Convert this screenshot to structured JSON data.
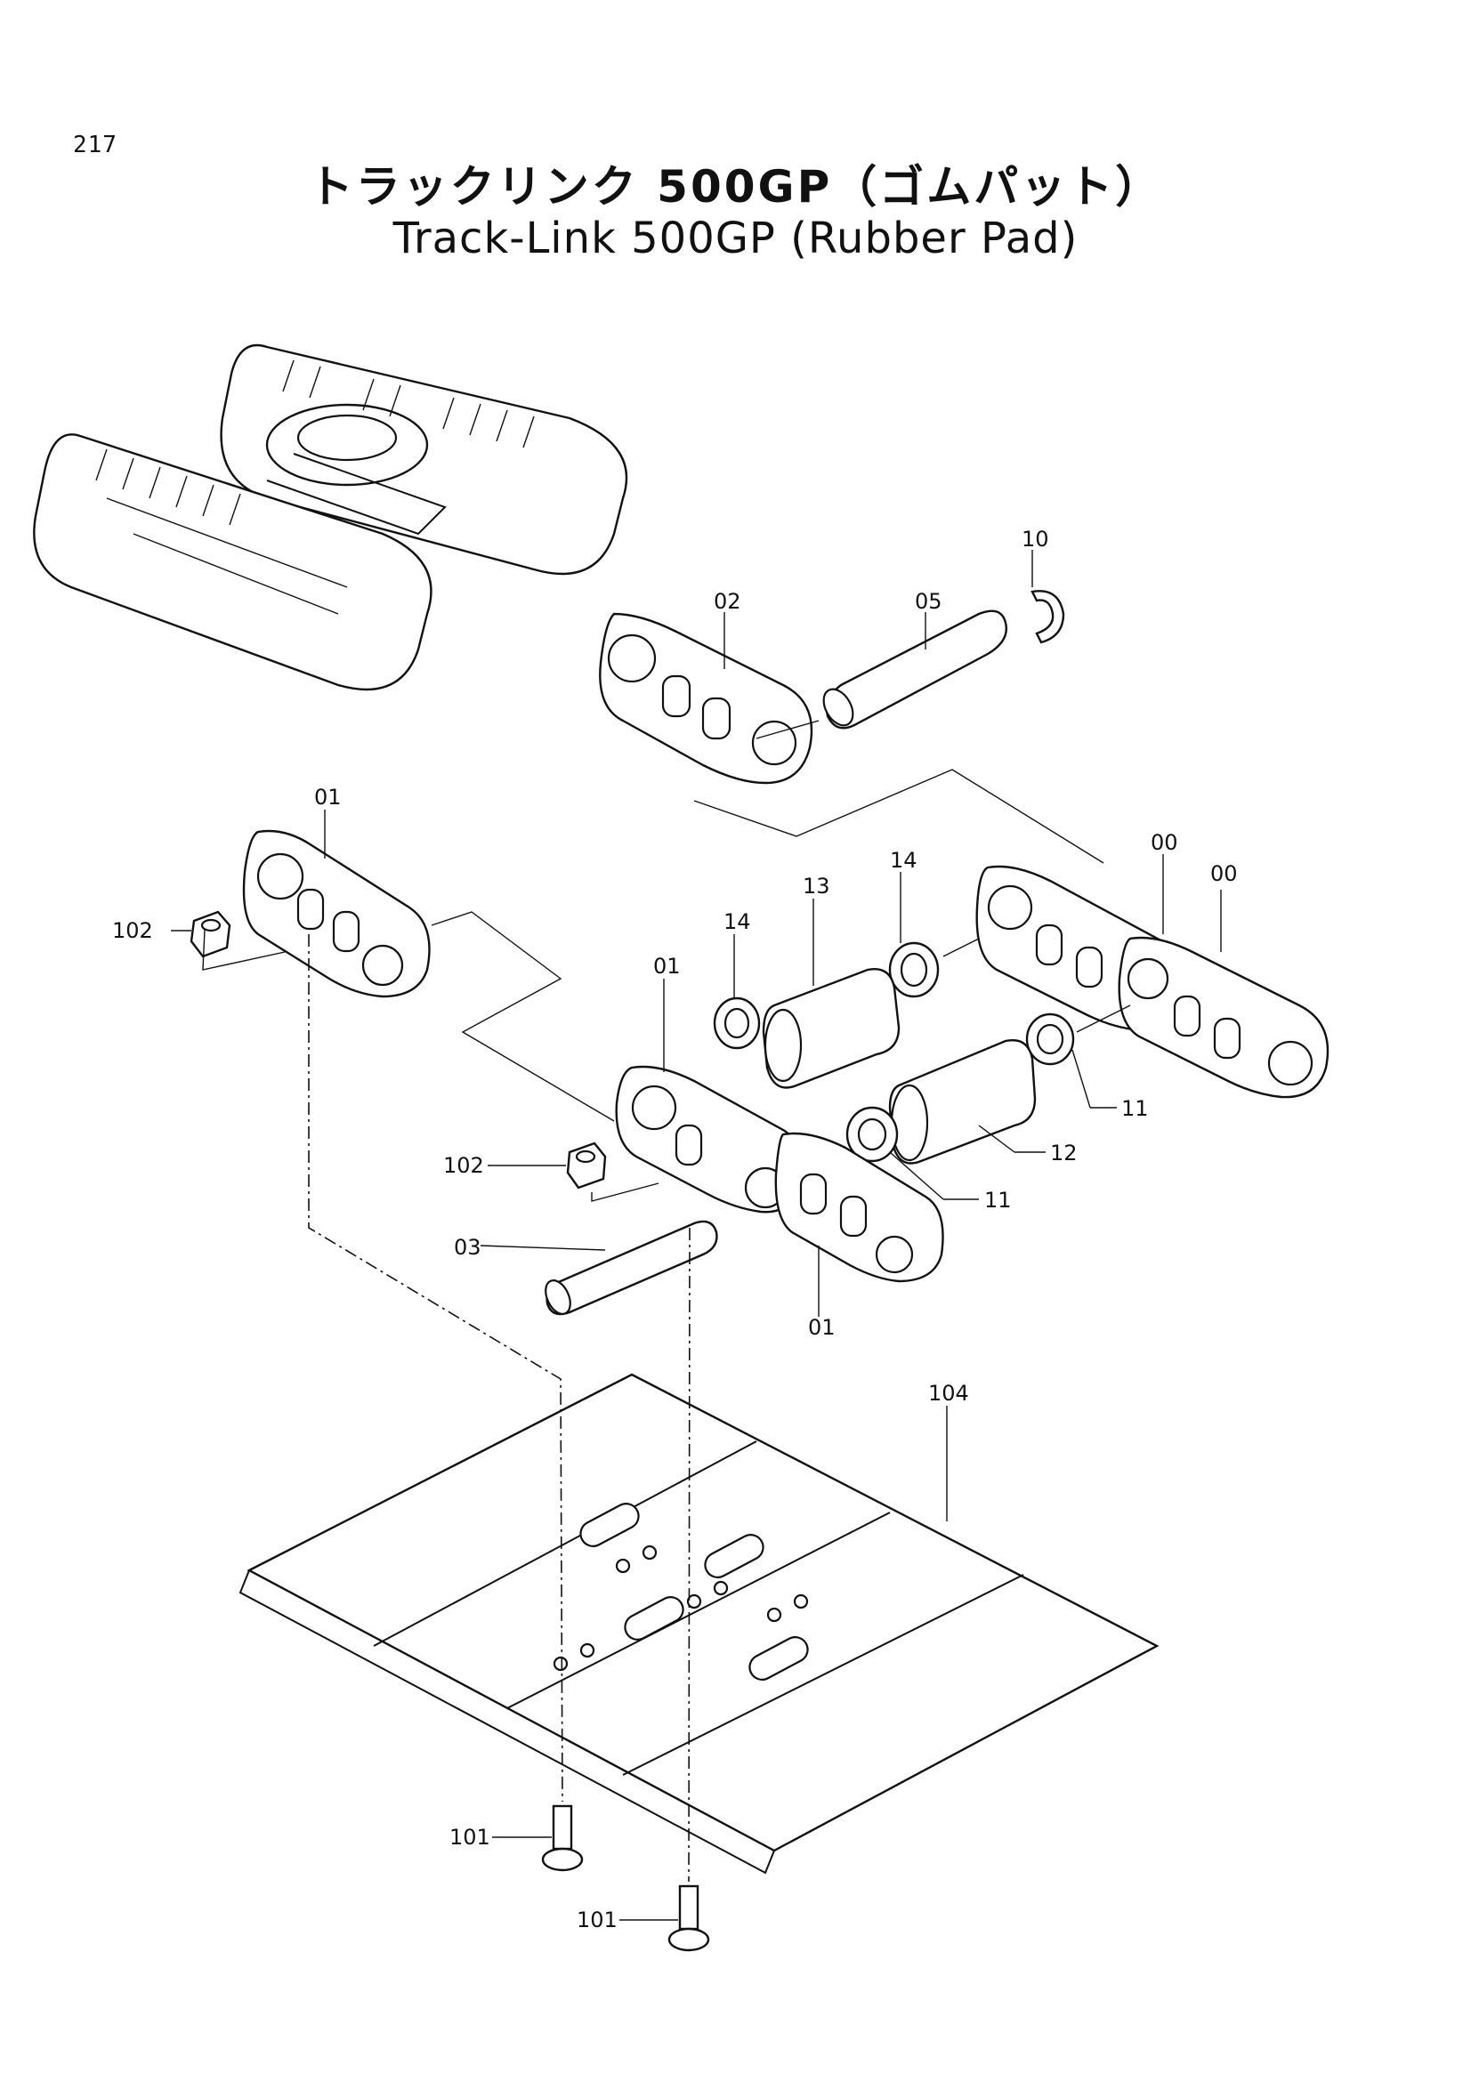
{
  "page_number": "217",
  "title_jp": "トラックリンク 500GP（ゴムパット）",
  "title_en": "Track-Link 500GP (Rubber Pad)",
  "parts": [
    {
      "id": "p10",
      "label": "10"
    },
    {
      "id": "p02",
      "label": "02"
    },
    {
      "id": "p05",
      "label": "05"
    },
    {
      "id": "p01a",
      "label": "01"
    },
    {
      "id": "p00a",
      "label": "00"
    },
    {
      "id": "p00b",
      "label": "00"
    },
    {
      "id": "p14a",
      "label": "14"
    },
    {
      "id": "p13",
      "label": "13"
    },
    {
      "id": "p102a",
      "label": "102"
    },
    {
      "id": "p14b",
      "label": "14"
    },
    {
      "id": "p01b",
      "label": "01"
    },
    {
      "id": "p11a",
      "label": "11"
    },
    {
      "id": "p12",
      "label": "12"
    },
    {
      "id": "p102b",
      "label": "102"
    },
    {
      "id": "p11b",
      "label": "11"
    },
    {
      "id": "p03",
      "label": "03"
    },
    {
      "id": "p01c",
      "label": "01"
    },
    {
      "id": "p104",
      "label": "104"
    },
    {
      "id": "p101a",
      "label": "101"
    },
    {
      "id": "p101b",
      "label": "101"
    }
  ]
}
